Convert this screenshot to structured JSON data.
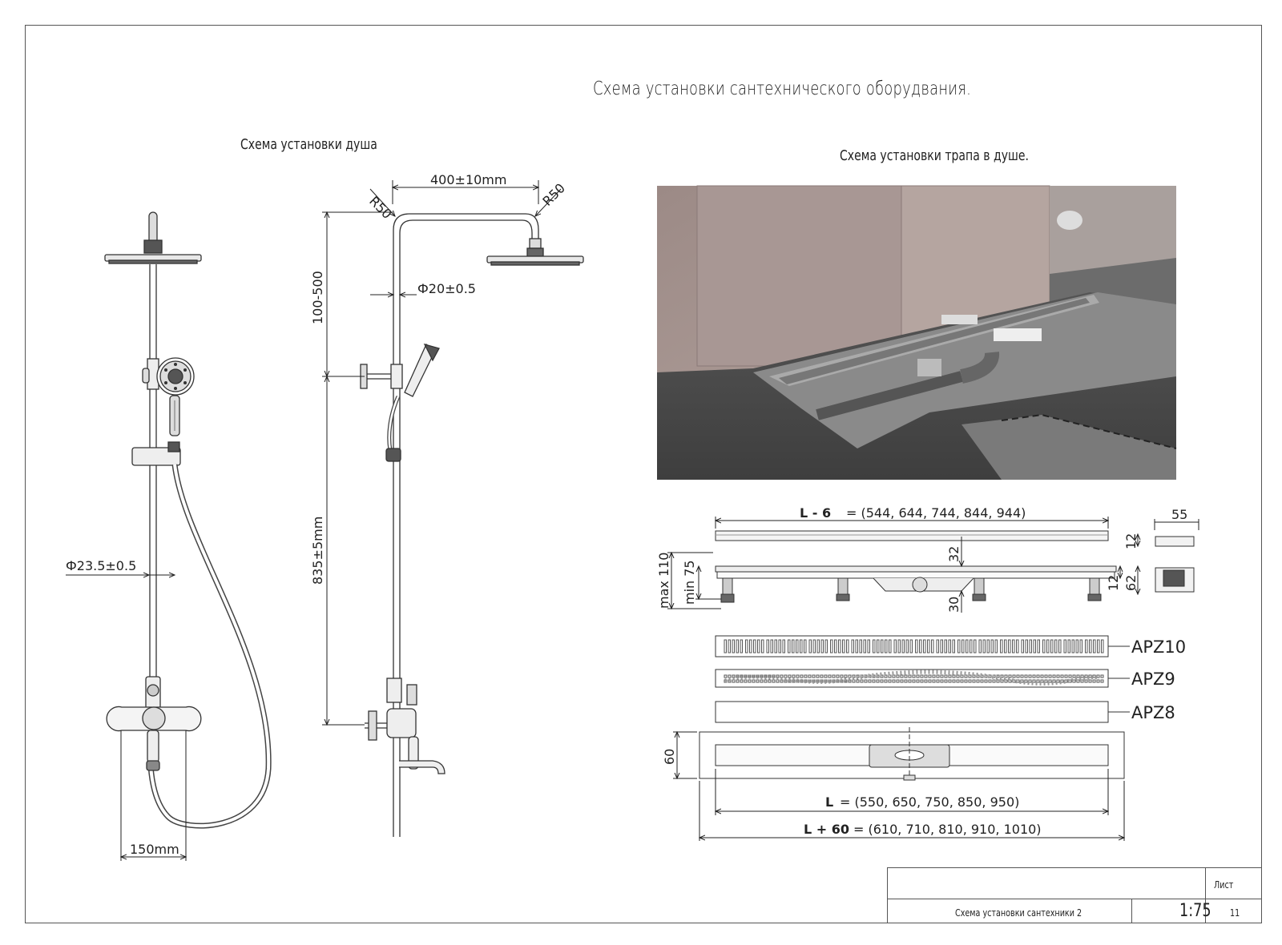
{
  "title": "Схема установки сантехнического оборудвания.",
  "shower": {
    "caption": "Схема установки душа",
    "dims": {
      "arm_len": "400±10mm",
      "radius_left": "R50",
      "radius_right": "R50",
      "height_top": "100-500",
      "pipe_upper": "Ф20±0.5",
      "pipe_lower": "Ф23.5±0.5",
      "height_main": "835±5mm",
      "width_mixer": "150mm"
    }
  },
  "drain": {
    "caption": "Схема установки трапа в душе.",
    "dims": {
      "l_minus_6_label": "L - 6",
      "l_minus_6_values": "= (544, 644, 744, 844, 944)",
      "width_55": "55",
      "h_12a": "12",
      "h_32": "32",
      "h_12b": "12",
      "h_62": "62",
      "h_30": "30",
      "max_110": "max 110",
      "min_75": "min 75",
      "w_60": "60",
      "l_label": "L",
      "l_values": " = (550, 650, 750, 850, 950)",
      "l_plus_60_label": "L + 60",
      "l_plus_60_values": " = (610, 710, 810, 910, 1010)"
    },
    "grates": [
      "APZ10",
      "APZ9",
      "APZ8"
    ]
  },
  "stamp": {
    "sheet_label": "Лист",
    "name": "Схема установки сантехники 2",
    "scale": "1:75",
    "sheet_no": "11"
  }
}
